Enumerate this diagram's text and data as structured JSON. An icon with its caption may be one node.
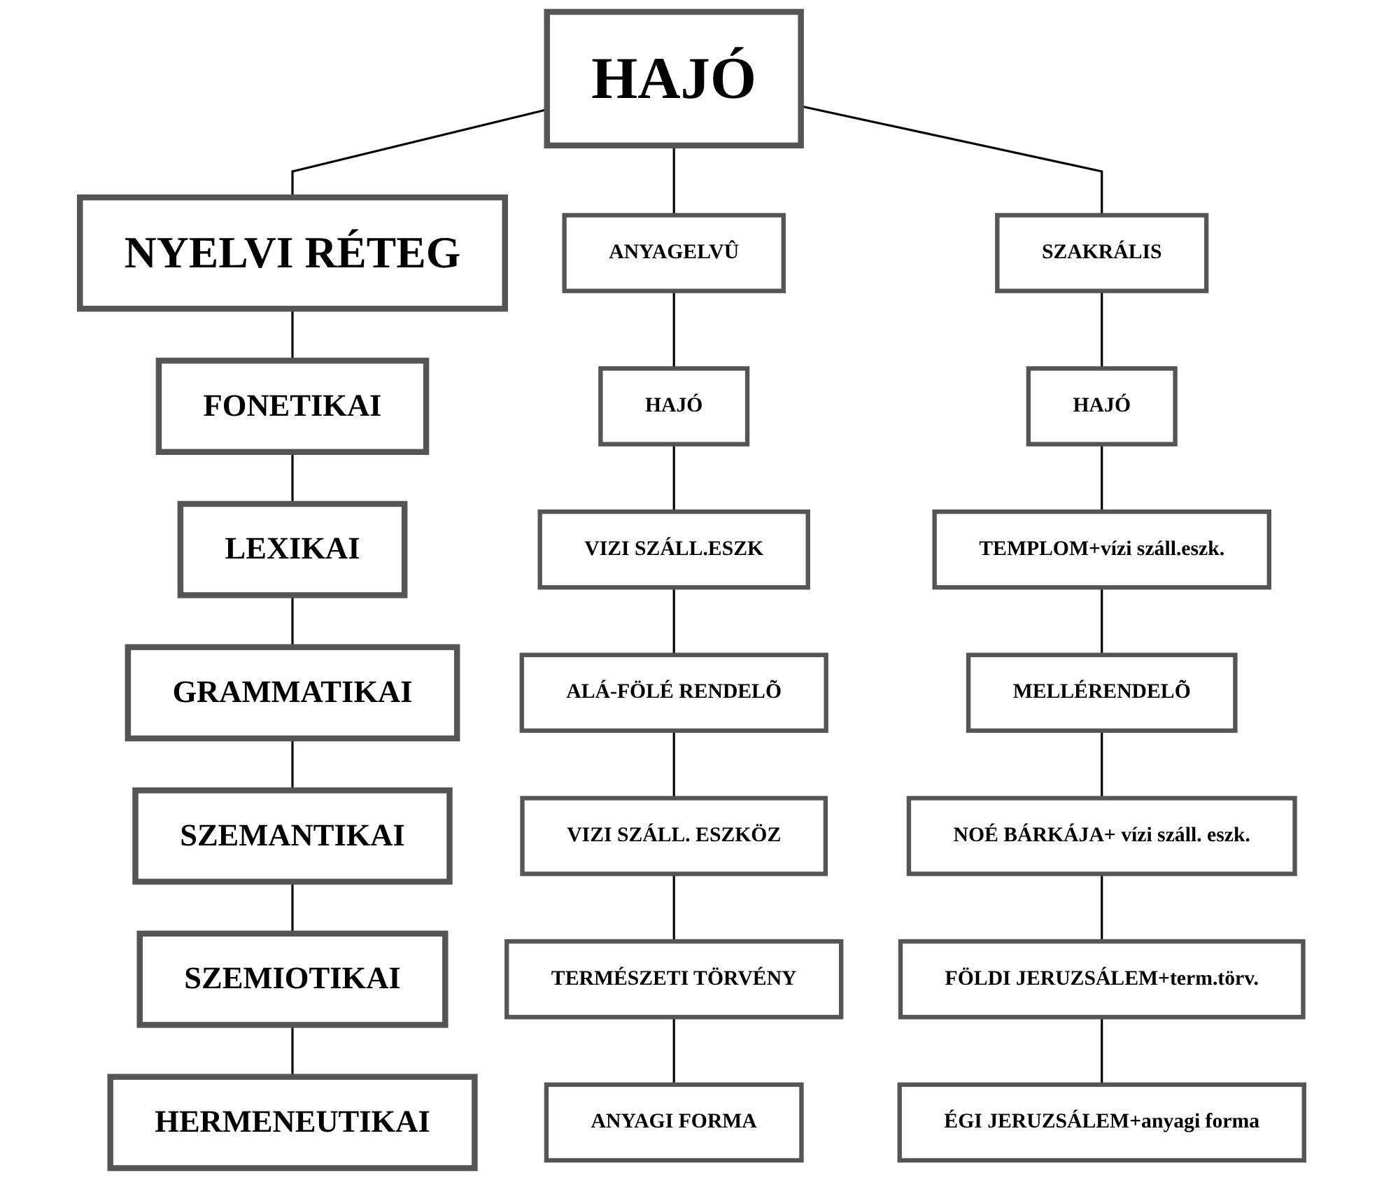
{
  "diagram": {
    "nodes": [
      {
        "text": [
          "HAJÓ"
        ]
      },
      {
        "text": [
          "NYELVI RÉTEG"
        ]
      },
      {
        "text": [
          "FONETIKAI"
        ]
      },
      {
        "text": [
          "LEXIKAI"
        ]
      },
      {
        "text": [
          "GRAMMATIKAI"
        ]
      },
      {
        "text": [
          "SZEMANTIKAI"
        ]
      },
      {
        "text": [
          "SZEMIOTIKAI"
        ]
      },
      {
        "text": [
          "HERMENEUTIKAI"
        ]
      },
      {
        "text": [
          "ANYAGELVÛ"
        ]
      },
      {
        "text": [
          "HAJÓ"
        ]
      },
      {
        "text": [
          "VIZI SZÁLL.ESZK"
        ]
      },
      {
        "text": [
          "ALÁ-FÖLÉ RENDELÕ"
        ]
      },
      {
        "text": [
          "VIZI SZÁLL. ESZKÖZ"
        ]
      },
      {
        "text": [
          "TERMÉSZETI TÖRVÉNY"
        ]
      },
      {
        "text": [
          "ANYAGI FORMA"
        ]
      },
      {
        "text": [
          "SZAKRÁLIS"
        ]
      },
      {
        "text": [
          "HAJÓ"
        ]
      },
      {
        "text": [
          "TEMPLOM+vízi száll.eszk."
        ]
      },
      {
        "text": [
          "MELLÉRENDELÕ"
        ]
      },
      {
        "text": [
          "NOÉ BÁRKÁJA+ vízi száll. eszk."
        ]
      },
      {
        "text": [
          "FÖLDI JERUZSÁLEM+term.törv."
        ]
      },
      {
        "text": [
          "ÉGI JERUZSÁLEM+anyagi forma"
        ]
      }
    ],
    "edges": [
      {
        "from": 0,
        "to": 1,
        "arrow": "none"
      },
      {
        "from": 0,
        "to": 8,
        "arrow": "none"
      },
      {
        "from": 0,
        "to": 15,
        "arrow": "none"
      },
      {
        "from": 1,
        "to": 2,
        "arrow": "none"
      },
      {
        "from": 2,
        "to": 3,
        "arrow": "none"
      },
      {
        "from": 3,
        "to": 4,
        "arrow": "none"
      },
      {
        "from": 4,
        "to": 5,
        "arrow": "none"
      },
      {
        "from": 5,
        "to": 6,
        "arrow": "none"
      },
      {
        "from": 6,
        "to": 7,
        "arrow": "none"
      },
      {
        "from": 8,
        "to": 9,
        "arrow": "none"
      },
      {
        "from": 9,
        "to": 10,
        "arrow": "none"
      },
      {
        "from": 10,
        "to": 11,
        "arrow": "none"
      },
      {
        "from": 11,
        "to": 12,
        "arrow": "none"
      },
      {
        "from": 12,
        "to": 13,
        "arrow": "none"
      },
      {
        "from": 13,
        "to": 14,
        "arrow": "none"
      },
      {
        "from": 15,
        "to": 16,
        "arrow": "none"
      },
      {
        "from": 16,
        "to": 17,
        "arrow": "none"
      },
      {
        "from": 17,
        "to": 18,
        "arrow": "none"
      },
      {
        "from": 18,
        "to": 19,
        "arrow": "none"
      },
      {
        "from": 19,
        "to": 20,
        "arrow": "none"
      },
      {
        "from": 20,
        "to": 21,
        "arrow": "none"
      }
    ]
  }
}
